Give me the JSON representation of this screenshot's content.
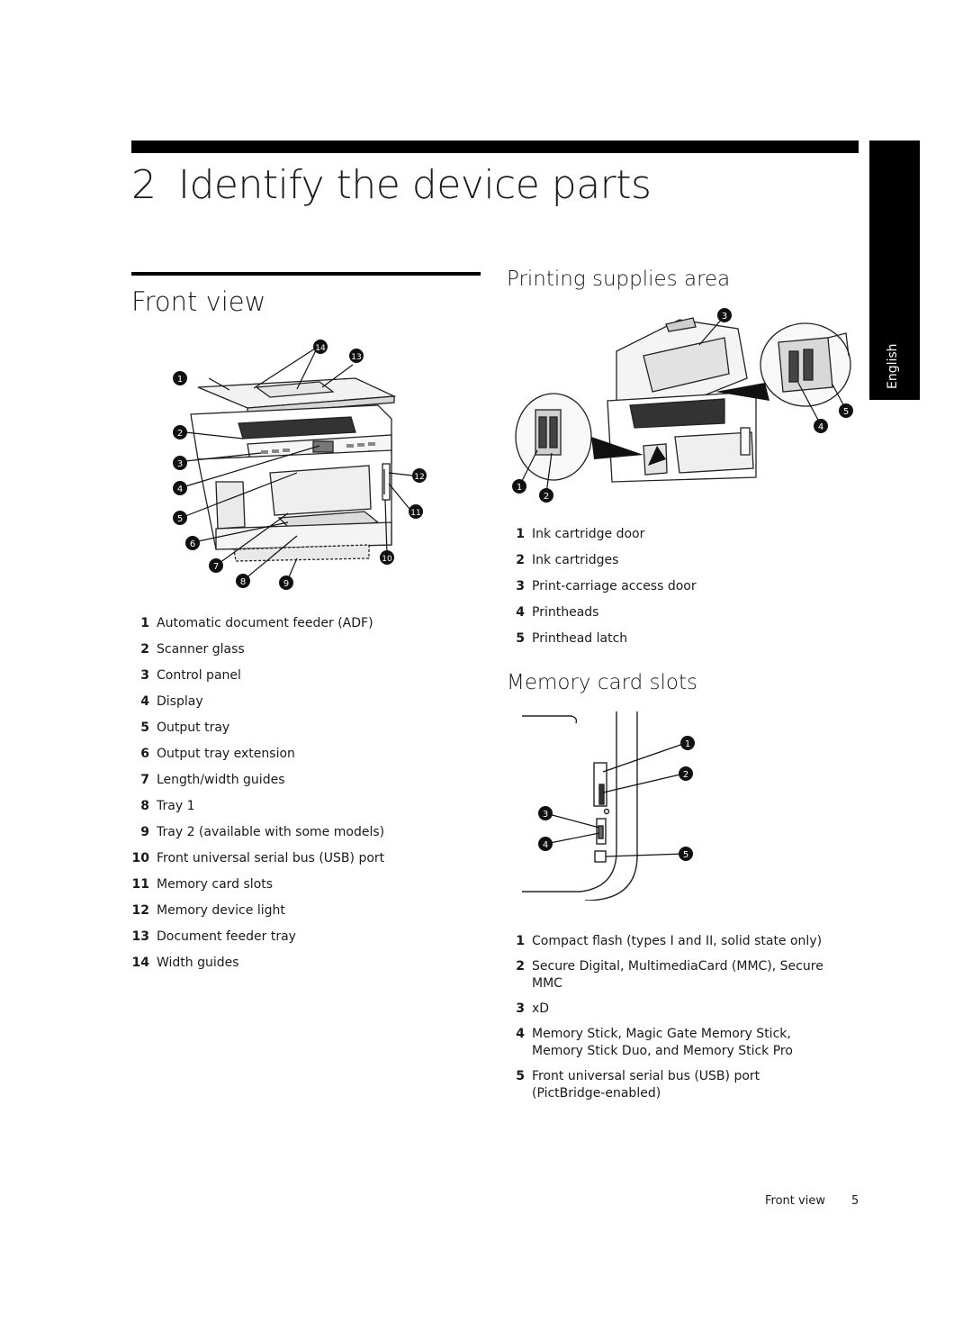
{
  "chapter": {
    "number": "2",
    "title": "Identify the device parts"
  },
  "language_tab": "English",
  "front_view": {
    "heading": "Front view",
    "callouts": [
      "1",
      "2",
      "3",
      "4",
      "5",
      "6",
      "7",
      "8",
      "9",
      "10",
      "11",
      "12",
      "13",
      "14"
    ],
    "items": [
      {
        "num": "1",
        "label": "Automatic document feeder (ADF)"
      },
      {
        "num": "2",
        "label": "Scanner glass"
      },
      {
        "num": "3",
        "label": "Control panel"
      },
      {
        "num": "4",
        "label": "Display"
      },
      {
        "num": "5",
        "label": "Output tray"
      },
      {
        "num": "6",
        "label": "Output tray extension"
      },
      {
        "num": "7",
        "label": "Length/width guides"
      },
      {
        "num": "8",
        "label": "Tray 1"
      },
      {
        "num": "9",
        "label": "Tray 2 (available with some models)"
      },
      {
        "num": "10",
        "label": "Front universal serial bus (USB) port"
      },
      {
        "num": "11",
        "label": "Memory card slots"
      },
      {
        "num": "12",
        "label": "Memory device light"
      },
      {
        "num": "13",
        "label": "Document feeder tray"
      },
      {
        "num": "14",
        "label": "Width guides"
      }
    ]
  },
  "printing_supplies": {
    "heading": "Printing supplies area",
    "callouts": [
      "1",
      "2",
      "3",
      "4",
      "5"
    ],
    "items": [
      {
        "num": "1",
        "label": "Ink cartridge door"
      },
      {
        "num": "2",
        "label": "Ink cartridges"
      },
      {
        "num": "3",
        "label": "Print-carriage access door"
      },
      {
        "num": "4",
        "label": "Printheads"
      },
      {
        "num": "5",
        "label": "Printhead latch"
      }
    ]
  },
  "memory_card_slots": {
    "heading": "Memory card slots",
    "callouts": [
      "1",
      "2",
      "3",
      "4",
      "5"
    ],
    "items": [
      {
        "num": "1",
        "label": "Compact flash (types I and II, solid state only)"
      },
      {
        "num": "2",
        "label": "Secure Digital, MultimediaCard (MMC), Secure MMC"
      },
      {
        "num": "3",
        "label": "xD"
      },
      {
        "num": "4",
        "label": "Memory Stick, Magic Gate Memory Stick, Memory Stick Duo, and Memory Stick Pro"
      },
      {
        "num": "5",
        "label": "Front universal serial bus (USB) port (PictBridge-enabled)"
      }
    ]
  },
  "footer": {
    "section": "Front view",
    "page": "5"
  }
}
